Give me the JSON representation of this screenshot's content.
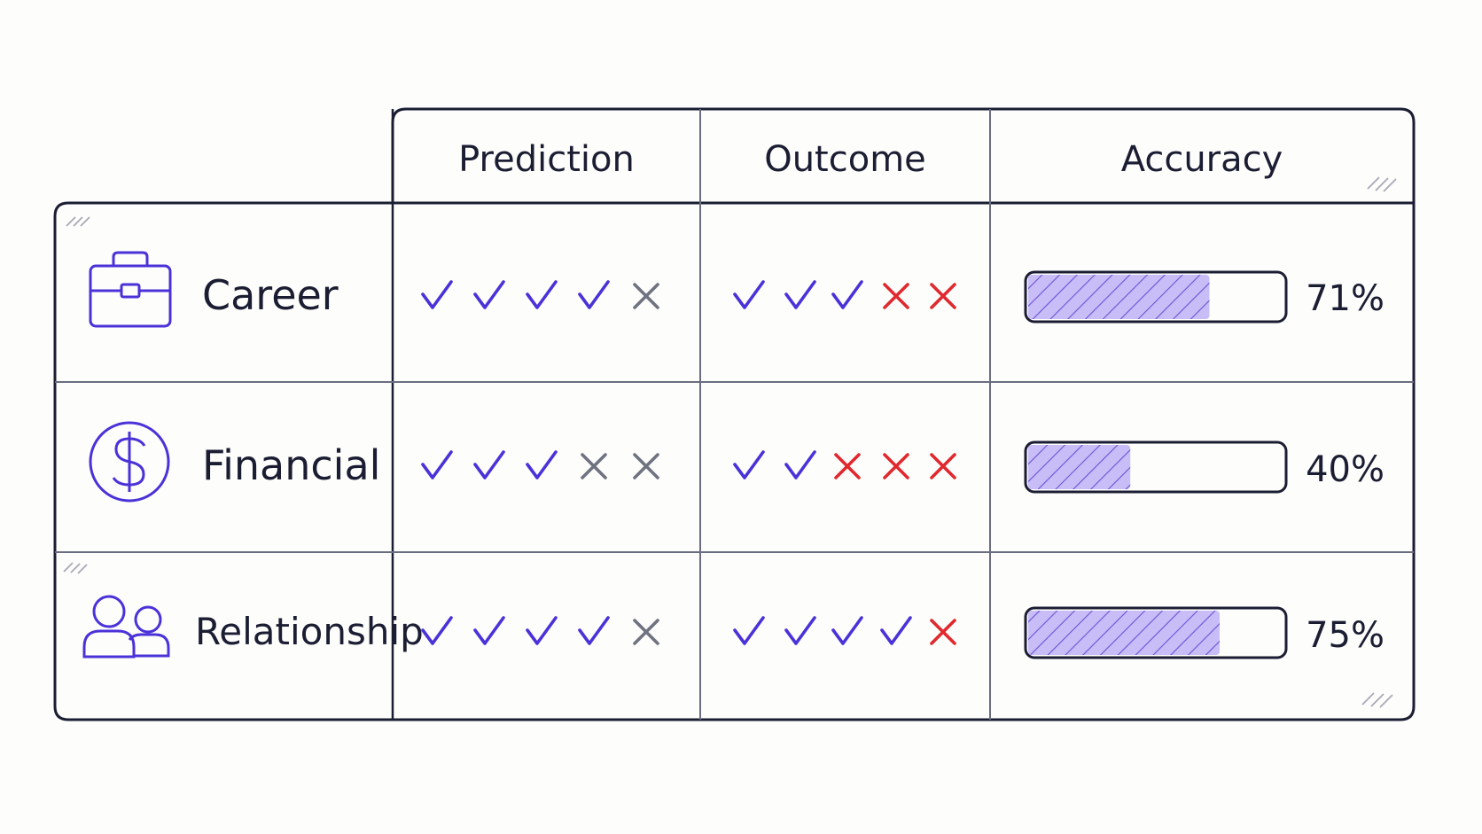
{
  "headers": {
    "prediction": "Prediction",
    "outcome": "Outcome",
    "accuracy": "Accuracy"
  },
  "rows": [
    {
      "label": "Career",
      "icon": "briefcase-icon",
      "prediction": [
        "check",
        "check",
        "check",
        "check",
        "cross"
      ],
      "outcome": [
        "check",
        "check",
        "check",
        "cross",
        "cross"
      ],
      "accuracy_pct": 71,
      "accuracy_text": "71%"
    },
    {
      "label": "Financial",
      "icon": "dollar-circle-icon",
      "prediction": [
        "check",
        "check",
        "check",
        "cross",
        "cross"
      ],
      "outcome": [
        "check",
        "check",
        "cross",
        "cross",
        "cross"
      ],
      "accuracy_pct": 40,
      "accuracy_text": "40%"
    },
    {
      "label": "Relationship",
      "icon": "people-icon",
      "prediction": [
        "check",
        "check",
        "check",
        "check",
        "cross"
      ],
      "outcome": [
        "check",
        "check",
        "check",
        "check",
        "cross"
      ],
      "accuracy_pct": 75,
      "accuracy_text": "75%"
    }
  ],
  "colors": {
    "line": "#1b1d33",
    "grid": "#6a6d7f",
    "check": "#4a32d9",
    "prediction_cross": "#6f7280",
    "outcome_cross": "#e0282d",
    "bar_fill": "#c9bdf7",
    "bar_hatch": "#6a52d6",
    "icon": "#4a32d9"
  }
}
